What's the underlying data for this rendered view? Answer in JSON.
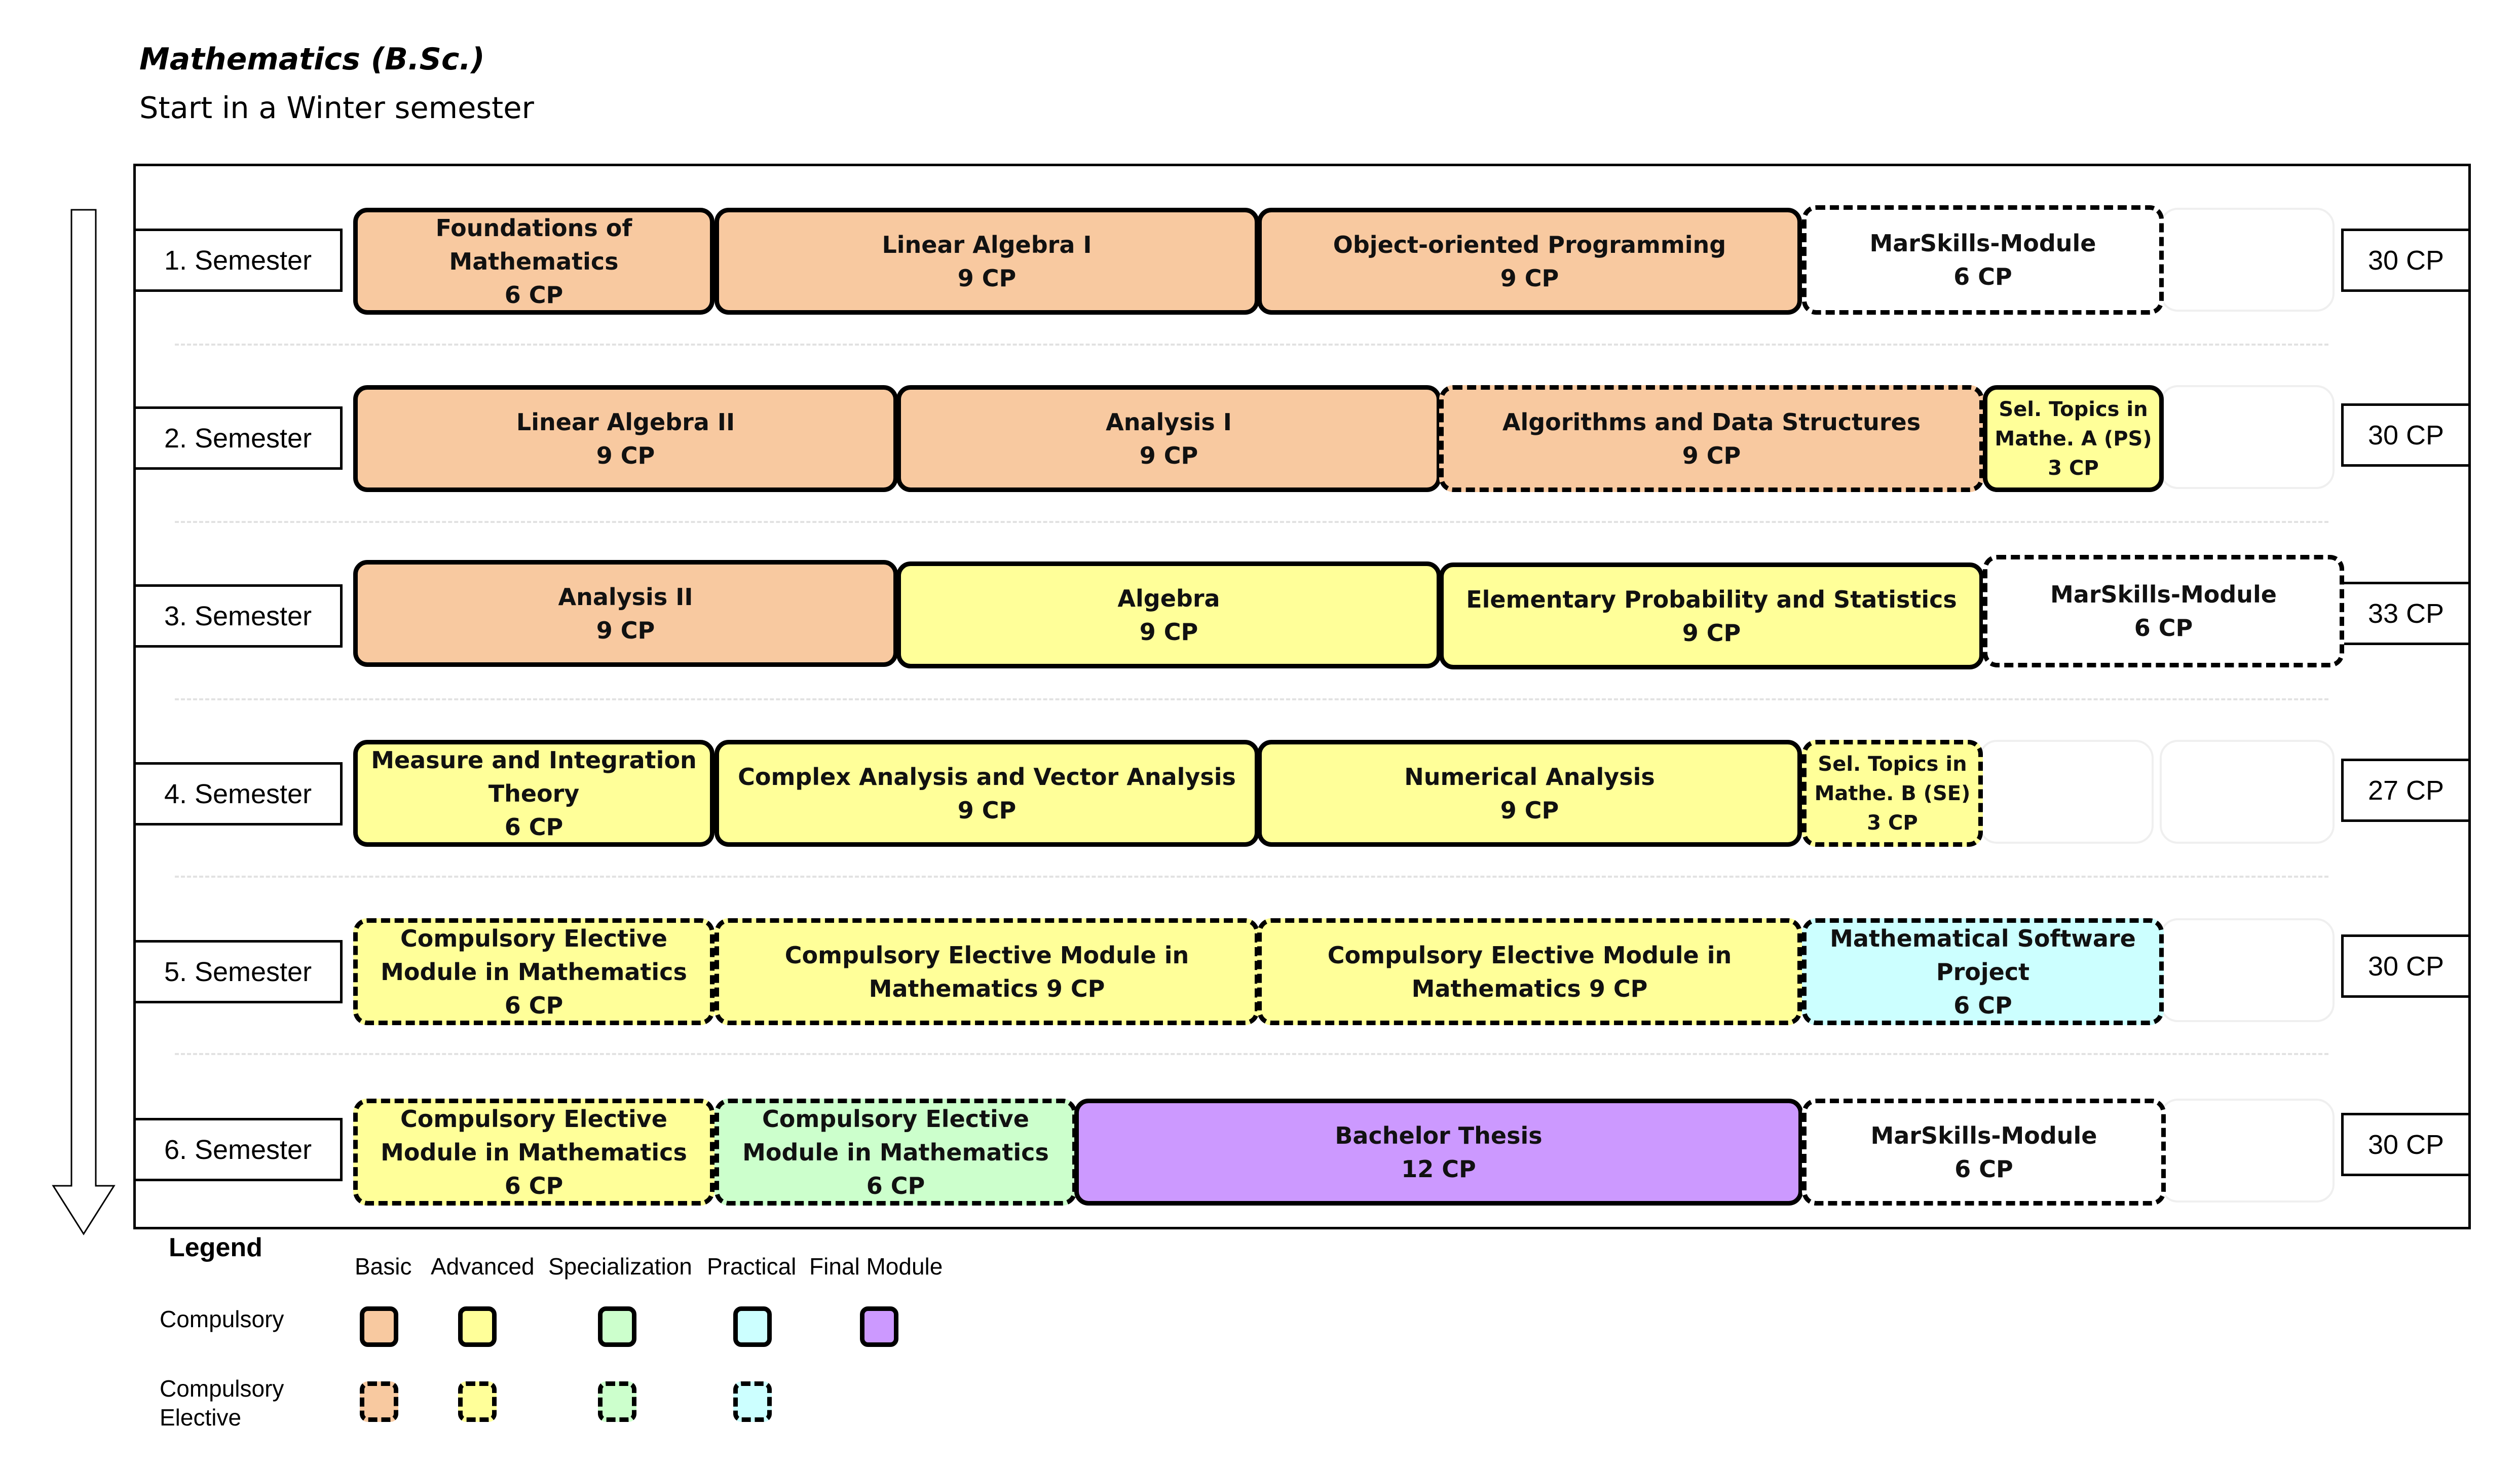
{
  "program_title": "Mathematics (B.Sc.)",
  "program_subtitle": "Start in a Winter semester",
  "colors": {
    "basic": "#f8c9a0",
    "advanced": "#ffff99",
    "specialization": "#ccffcc",
    "practical": "#ccffff",
    "final": "#cc99ff",
    "free": "#ffffff"
  },
  "semesters": [
    {
      "label": "1. Semester",
      "cp": "30 CP",
      "modules": [
        {
          "lines": [
            "Foundations of",
            "Mathematics",
            "6 CP"
          ],
          "category": "basic",
          "compulsory": true
        },
        {
          "lines": [
            "Linear Algebra I",
            "9 CP"
          ],
          "category": "basic",
          "compulsory": true
        },
        {
          "lines": [
            "Object-oriented Programming",
            "9 CP"
          ],
          "category": "basic",
          "compulsory": true
        },
        {
          "lines": [
            "MarSkills-Module",
            "6 CP"
          ],
          "category": "free",
          "compulsory": false
        }
      ]
    },
    {
      "label": "2. Semester",
      "cp": "30 CP",
      "modules": [
        {
          "lines": [
            "Linear Algebra II",
            "9 CP"
          ],
          "category": "basic",
          "compulsory": true
        },
        {
          "lines": [
            "Analysis I",
            "9 CP"
          ],
          "category": "basic",
          "compulsory": true
        },
        {
          "lines": [
            "Algorithms and Data Structures",
            "9 CP"
          ],
          "category": "basic",
          "compulsory": false
        },
        {
          "lines": [
            "Sel. Topics in",
            "Mathe. A (PS)",
            "3 CP"
          ],
          "category": "advanced",
          "compulsory": true
        }
      ]
    },
    {
      "label": "3. Semester",
      "cp": "33 CP",
      "modules": [
        {
          "lines": [
            "Analysis II",
            "9 CP"
          ],
          "category": "basic",
          "compulsory": true
        },
        {
          "lines": [
            "Algebra",
            "9 CP"
          ],
          "category": "advanced",
          "compulsory": true
        },
        {
          "lines": [
            "Elementary Probability and Statistics",
            "9 CP"
          ],
          "category": "advanced",
          "compulsory": true
        },
        {
          "lines": [
            "MarSkills-Module",
            "6 CP"
          ],
          "category": "free",
          "compulsory": false
        }
      ]
    },
    {
      "label": "4. Semester",
      "cp": "27 CP",
      "modules": [
        {
          "lines": [
            "Measure and Integration",
            "Theory",
            "6 CP"
          ],
          "category": "advanced",
          "compulsory": true
        },
        {
          "lines": [
            "Complex Analysis and Vector Analysis",
            "9 CP"
          ],
          "category": "advanced",
          "compulsory": true
        },
        {
          "lines": [
            "Numerical Analysis",
            "9 CP"
          ],
          "category": "advanced",
          "compulsory": true
        },
        {
          "lines": [
            "Sel. Topics in",
            "Mathe. B (SE)",
            "3 CP"
          ],
          "category": "advanced",
          "compulsory": false
        }
      ]
    },
    {
      "label": "5. Semester",
      "cp": "30 CP",
      "modules": [
        {
          "lines": [
            "Compulsory Elective",
            "Module in Mathematics",
            "6 CP"
          ],
          "category": "advanced",
          "compulsory": false
        },
        {
          "lines": [
            "Compulsory Elective Module in",
            "Mathematics 9 CP"
          ],
          "category": "advanced",
          "compulsory": false
        },
        {
          "lines": [
            "Compulsory Elective Module in",
            "Mathematics 9 CP"
          ],
          "category": "advanced",
          "compulsory": false
        },
        {
          "lines": [
            "Mathematical Software",
            "Project",
            "6 CP"
          ],
          "category": "practical",
          "compulsory": false
        }
      ]
    },
    {
      "label": "6. Semester",
      "cp": "30 CP",
      "modules": [
        {
          "lines": [
            "Compulsory Elective",
            "Module in Mathematics",
            "6 CP"
          ],
          "category": "advanced",
          "compulsory": false
        },
        {
          "lines": [
            "Compulsory Elective",
            "Module in Mathematics",
            "6 CP"
          ],
          "category": "specialization",
          "compulsory": false
        },
        {
          "lines": [
            "Bachelor Thesis",
            "12 CP"
          ],
          "category": "final",
          "compulsory": true
        },
        {
          "lines": [
            "MarSkills-Module",
            "6 CP"
          ],
          "category": "free",
          "compulsory": false
        }
      ]
    }
  ],
  "legend": {
    "title": "Legend",
    "categories": [
      "Basic",
      "Advanced",
      "Specialization",
      "Practical",
      "Final Module"
    ],
    "compulsory_label": "Compulsory",
    "elective_label_lines": [
      "Compulsory",
      "Elective"
    ]
  }
}
